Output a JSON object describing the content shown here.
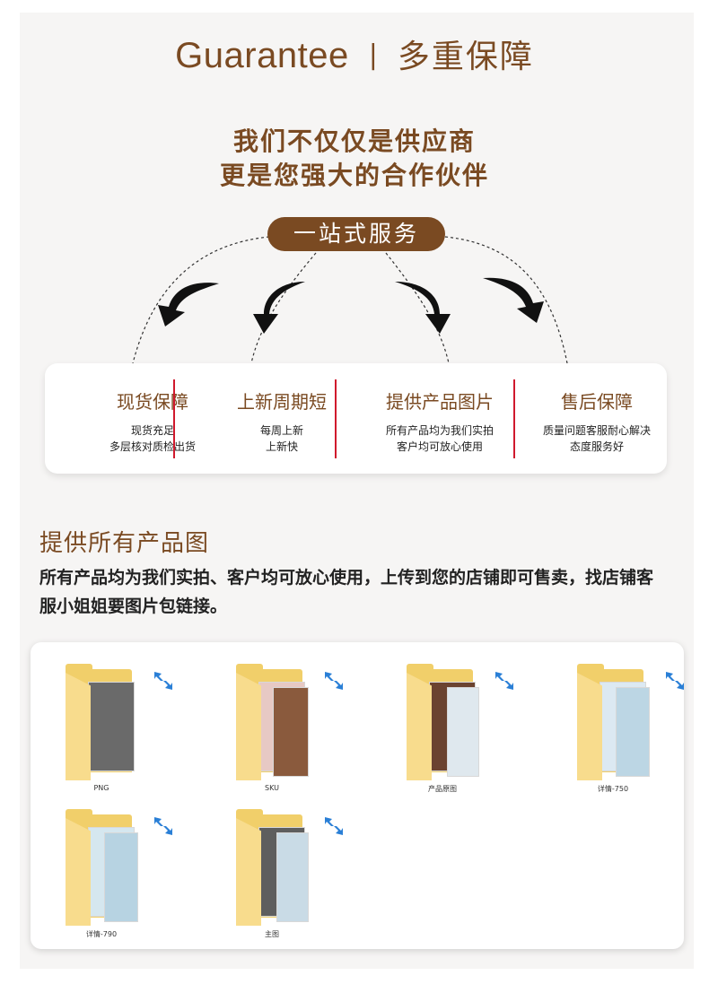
{
  "header": {
    "title_en": "Guarantee",
    "separator": "|",
    "title_cn": "多重保障",
    "tagline_1": "我们不仅仅是供应商",
    "tagline_2": "更是您强大的合作伙伴",
    "service_pill": "一站式服务"
  },
  "features": [
    {
      "title": "现货保障",
      "line1": "现货充足",
      "line2": "多层核对质检出货"
    },
    {
      "title": "上新周期短",
      "line1": "每周上新",
      "line2": "上新快"
    },
    {
      "title": "提供产品图片",
      "line1": "所有产品均为我们实拍",
      "line2": "客户均可放心使用"
    },
    {
      "title": "售后保障",
      "line1": "质量问题客服耐心解决",
      "line2": "态度服务好"
    }
  ],
  "images_section": {
    "title": "提供所有产品图",
    "description": "所有产品均为我们实拍、客户均可放心使用，上传到您的店铺即可售卖，找店铺客服小姐姐要图片包链接。"
  },
  "folders": [
    {
      "name": "PNG",
      "icon": "folder-icon"
    },
    {
      "name": "SKU",
      "icon": "folder-icon"
    },
    {
      "name": "产品原图",
      "icon": "folder-icon"
    },
    {
      "name": "详情-750",
      "icon": "folder-icon"
    },
    {
      "name": "详情-790",
      "icon": "folder-icon"
    },
    {
      "name": "主图",
      "icon": "folder-icon"
    }
  ],
  "colors": {
    "brand_brown": "#7a4a22",
    "divider_red": "#d0192d",
    "folder_yellow": "#f1cf6a",
    "panel_bg": "#f6f5f4"
  }
}
